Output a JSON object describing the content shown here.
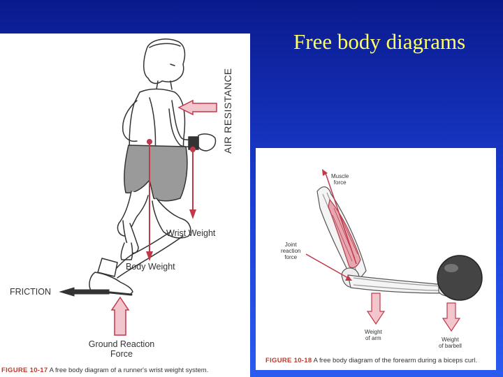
{
  "slide": {
    "title": "Free body diagrams"
  },
  "figure_left": {
    "labels": {
      "air_resistance": "AIR RESISTANCE",
      "wrist_weight": "Wrist Weight",
      "body_weight": "Body Weight",
      "friction": "FRICTION",
      "ground_reaction_line1": "Ground Reaction",
      "ground_reaction_line2": "Force"
    },
    "caption": {
      "number": "FIGURE 10-17",
      "text": "A free body diagram of a runner's wrist weight system."
    }
  },
  "figure_right": {
    "labels": {
      "muscle_force_line1": "Muscle",
      "muscle_force_line2": "force",
      "joint_reaction_line1": "Joint",
      "joint_reaction_line2": "reaction",
      "joint_reaction_line3": "force",
      "weight_arm_line1": "Weight",
      "weight_arm_line2": "of arm",
      "weight_barbell_line1": "Weight",
      "weight_barbell_line2": "of barbell"
    },
    "caption": {
      "number": "FIGURE 10-18",
      "text": "A free body diagram of the forearm during a biceps curl."
    }
  },
  "colors": {
    "background": "#1b3fd6",
    "title": "#ffff66",
    "arrow_fill": "#f2c6cc",
    "arrow_stroke": "#c0394b",
    "force_line": "#c0394b"
  }
}
